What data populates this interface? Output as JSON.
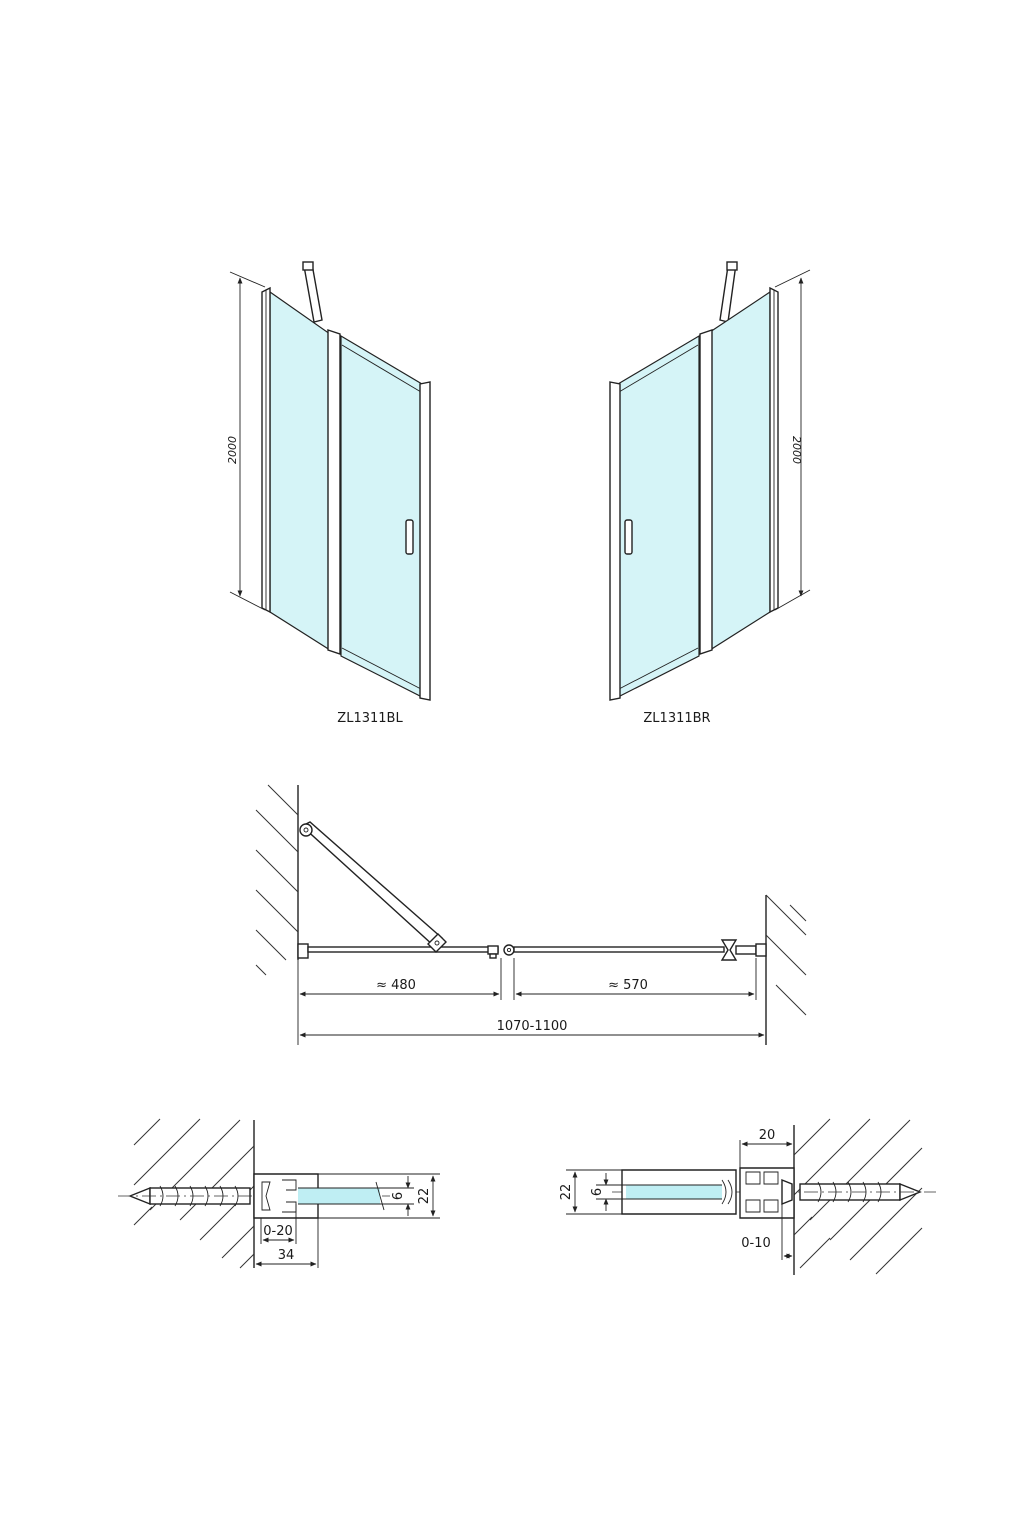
{
  "views": {
    "left_variant": {
      "label": "ZL1311BL",
      "height_dim": "2000"
    },
    "right_variant": {
      "label": "ZL1311BR",
      "height_dim": "2000"
    }
  },
  "plan": {
    "fixed_dim": "≈ 480",
    "door_dim": "≈ 570",
    "total_dim": "1070-1100"
  },
  "detail_left": {
    "depth": "22",
    "glass": "6",
    "adjust": "0-20",
    "width": "34"
  },
  "detail_right": {
    "width": "20",
    "depth": "22",
    "glass": "6",
    "adjust": "0-10"
  }
}
